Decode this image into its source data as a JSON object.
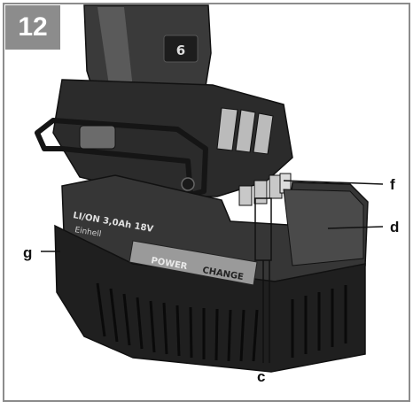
{
  "figure": {
    "number": "12",
    "callouts": {
      "g": "g",
      "f": "f",
      "d": "d",
      "c": "c"
    },
    "battery": {
      "spec_text": "LI/ON 3,0Ah 18V",
      "brand_text": "Einhell",
      "band_text_left": "POWER",
      "band_text_right": "CHANGE",
      "grip_number": "6"
    },
    "colors": {
      "frame": "#8c8c8c",
      "badge": "#8c8c8c",
      "tool_dark": "#2b2b2b",
      "battery_dark": "#1f1f1f",
      "battery_mid": "#4a4a4a",
      "band_grey": "#9a9a9a",
      "label_ink": "#111111"
    }
  }
}
